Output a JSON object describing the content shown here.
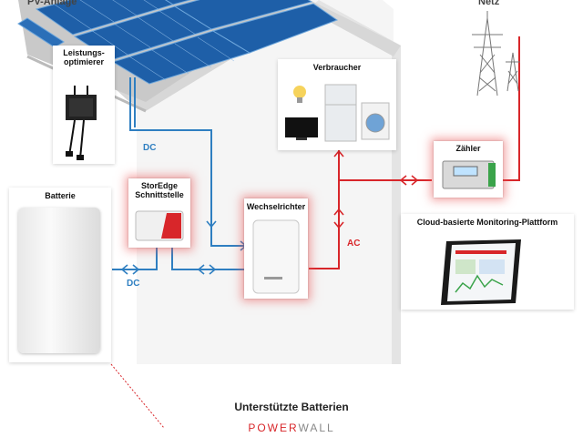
{
  "top_left_label": "PV-Anlage",
  "top_right_label": "Netz",
  "components": {
    "optimizer": "Leistungs-\noptimierer",
    "consumer": "Verbraucher",
    "meter": "Zähler",
    "battery": "Batterie",
    "storedge": "StorEdge\nSchnittstelle",
    "inverter": "Wechselrichter",
    "monitoring": "Cloud-basierte Monitoring-Plattform"
  },
  "flow_labels": {
    "dc_top": "DC",
    "dc_bottom": "DC",
    "ac": "AC"
  },
  "supported_batteries_title": "Unterstützte Batterien",
  "battery_brand": {
    "part1": "POWER",
    "part2": "WALL"
  },
  "colors": {
    "dc_line": "#2f7fc1",
    "ac_line": "#d8262a",
    "glow": "#eb5a5a",
    "panel": "#1e5fa8"
  }
}
